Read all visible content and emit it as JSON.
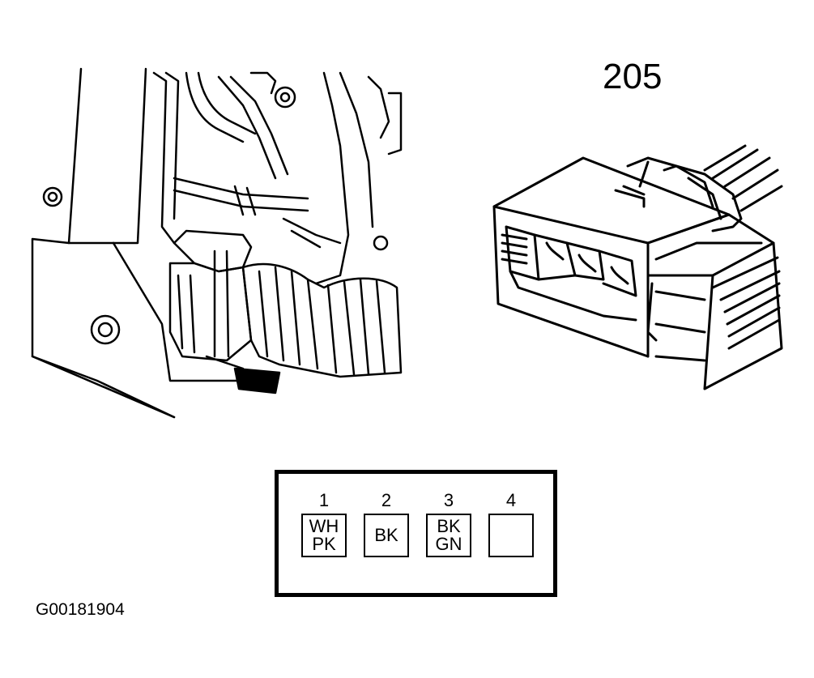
{
  "figure": {
    "reference_number": "205",
    "figure_id": "G00181904"
  },
  "pinout": {
    "pins": [
      {
        "number": "1",
        "line1": "WH",
        "line2": "PK"
      },
      {
        "number": "2",
        "line1": "BK",
        "line2": ""
      },
      {
        "number": "3",
        "line1": "BK",
        "line2": "GN"
      },
      {
        "number": "4",
        "line1": "",
        "line2": ""
      }
    ]
  }
}
